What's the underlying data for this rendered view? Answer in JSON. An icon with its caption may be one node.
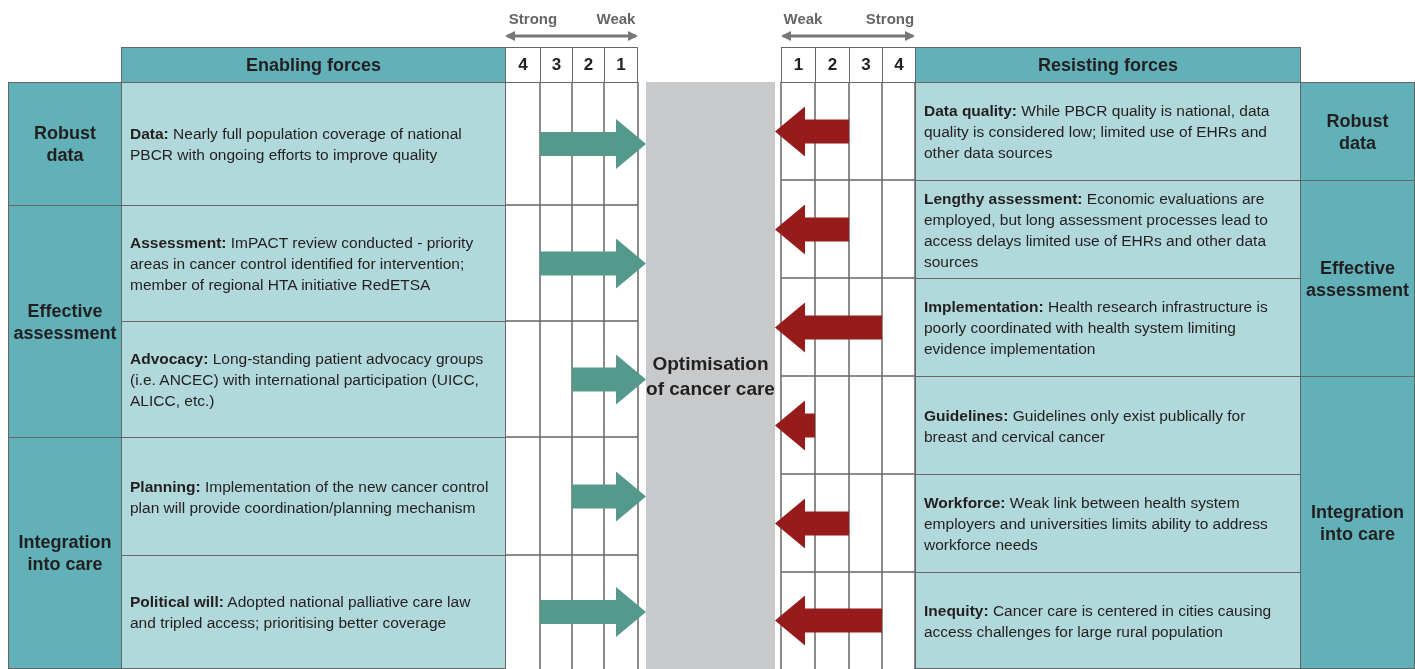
{
  "diagram": {
    "nodes": [
      {
        "text": [
          "Enabling forces"
        ]
      },
      {
        "text": [
          "Robust data"
        ]
      },
      {
        "text": [
          "Effective assessment"
        ]
      },
      {
        "text": [
          "Integration into care"
        ]
      },
      {
        "text": [
          "**Data:** Nearly full population coverage of national PBCR with ongoing efforts to improve quality"
        ]
      },
      {
        "text": [
          "**Assessment:** ImPACT review conducted - priority areas in cancer control identified for intervention; member of regional HTA initiative RedETSA"
        ]
      },
      {
        "text": [
          "**Advocacy:** Long-standing patient advocacy groups (i.e. ANCEC) with international participation (UICC, ALICC, etc.)"
        ]
      },
      {
        "text": [
          "**Planning:** Implementation of the new cancer control plan will provide coordination/planning mechanism"
        ]
      },
      {
        "text": [
          "**Political will:** Adopted national palliative care law and tripled access; prioritising better coverage"
        ]
      },
      {
        "text": [
          "Optimisation of cancer care"
        ]
      },
      {
        "text": [
          "Resisting forces"
        ]
      },
      {
        "text": [
          "**Data quality:** While PBCR quality is national, data quality is considered low;  limited use of EHRs and other data sources"
        ]
      },
      {
        "text": [
          "**Lengthy assessment:** Economic evaluations are employed, but long assessment processes lead to access delays limited use of EHRs and other data sources"
        ]
      },
      {
        "text": [
          "**Implementation:** Health research infrastructure is poorly coordinated with health system limiting evidence implementation"
        ]
      },
      {
        "text": [
          "**Guidelines:** Guidelines only exist publically for breast and cervical cancer"
        ]
      },
      {
        "text": [
          "**Workforce:** Weak link between health system employers and universities limits ability to address workforce needs"
        ]
      },
      {
        "text": [
          "**Inequity:** Cancer care is centered in cities causing access challenges for large rural population"
        ]
      },
      {
        "text": [
          "Robust data"
        ]
      },
      {
        "text": [
          "Effective assessment"
        ]
      },
      {
        "text": [
          "Integration into care"
        ]
      }
    ],
    "edges": [
      {
        "from": 4,
        "to": 9,
        "arrow": "to",
        "color": "#55998c"
      },
      {
        "from": 5,
        "to": 9,
        "arrow": "to",
        "color": "#55998c"
      },
      {
        "from": 6,
        "to": 9,
        "arrow": "to",
        "color": "#55998c"
      },
      {
        "from": 7,
        "to": 9,
        "arrow": "to",
        "color": "#55998c"
      },
      {
        "from": 8,
        "to": 9,
        "arrow": "to",
        "color": "#55998c"
      },
      {
        "from": 11,
        "to": 9,
        "arrow": "to"
      },
      {
        "from": 12,
        "to": 9,
        "arrow": "to"
      },
      {
        "from": 13,
        "to": 9,
        "arrow": "to"
      },
      {
        "from": 14,
        "to": 9,
        "arrow": "to"
      },
      {
        "from": 15,
        "to": 9,
        "arrow": "to"
      },
      {
        "from": 16,
        "to": 9,
        "arrow": "to"
      }
    ],
    "labels": [
      "Strong",
      "Weak",
      "4",
      "3",
      "2",
      "1",
      "Weak",
      "Strong",
      "1",
      "2",
      "3",
      "4"
    ]
  }
}
